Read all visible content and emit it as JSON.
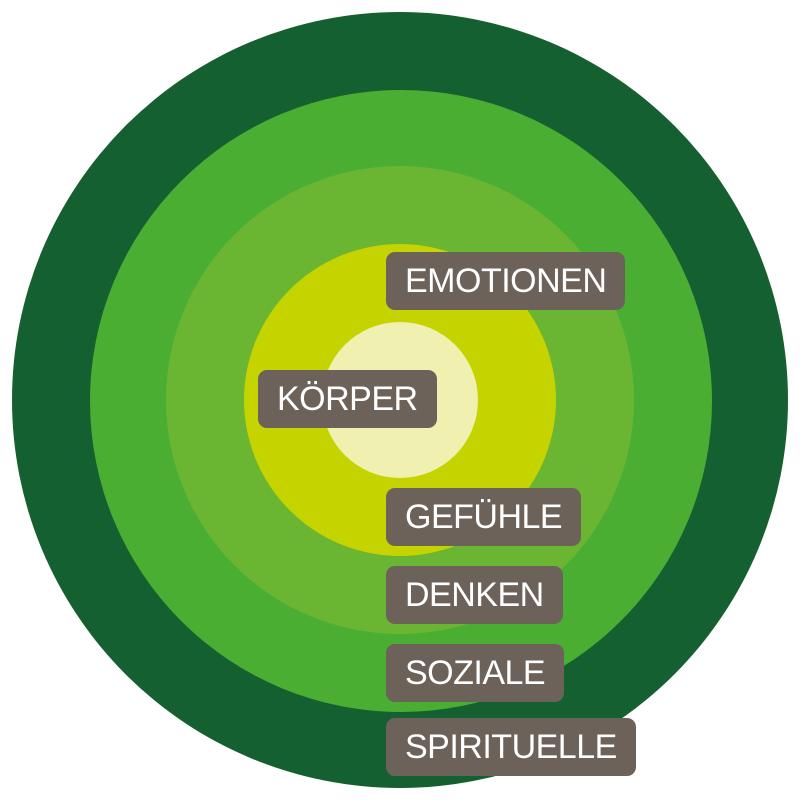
{
  "colors": {
    "ring_spirituelle": "#156030",
    "ring_soziale": "#4aae33",
    "ring_denken": "#6ab532",
    "ring_gefuehle": "#c5d300",
    "ring_koerper": "#f0f0b0",
    "label_background": "#6d6259",
    "label_text": "#ffffff"
  },
  "labels": {
    "emotionen": "EMOTIONEN",
    "koerper": "KÖRPER",
    "gefuehle": "GEFÜHLE",
    "denken": "DENKEN",
    "soziale": "SOZIALE",
    "spirituelle": "SPIRITUELLE"
  }
}
